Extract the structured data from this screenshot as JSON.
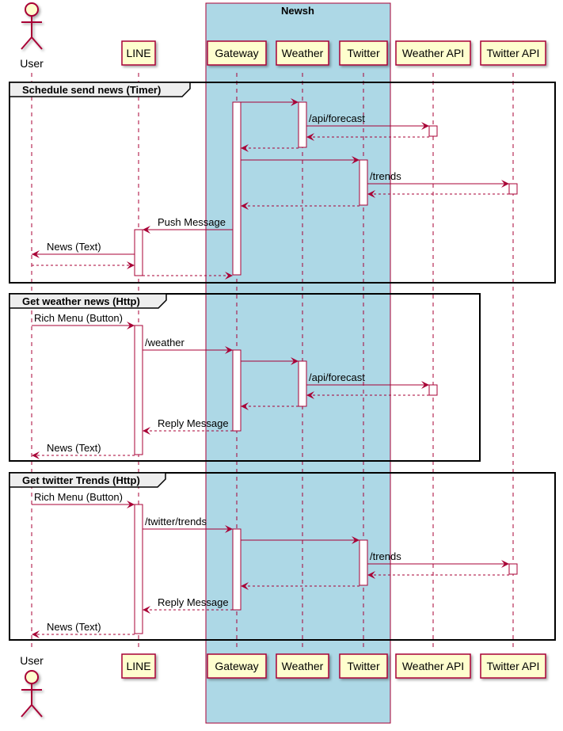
{
  "box": {
    "title": "Newsh",
    "color": "#ADD8E6"
  },
  "participants": [
    {
      "label": "User",
      "kind": "actor"
    },
    {
      "label": "LINE",
      "kind": "participant"
    },
    {
      "label": "Gateway",
      "kind": "participant"
    },
    {
      "label": "Weather",
      "kind": "participant"
    },
    {
      "label": "Twitter",
      "kind": "participant"
    },
    {
      "label": "Weather API",
      "kind": "participant"
    },
    {
      "label": "Twitter API",
      "kind": "participant"
    }
  ],
  "groups": [
    {
      "title": "Schedule send news (Timer)"
    },
    {
      "title": "Get weather news (Http)"
    },
    {
      "title": "Get twitter Trends (Http)"
    }
  ],
  "messages": [
    {
      "label": "",
      "from": "Gateway",
      "to": "Weather",
      "style": "solid"
    },
    {
      "label": "/api/forecast",
      "from": "Weather",
      "to": "Weather API",
      "style": "solid"
    },
    {
      "label": "",
      "from": "Weather API",
      "to": "Weather",
      "style": "dashed"
    },
    {
      "label": "",
      "from": "Weather",
      "to": "Gateway",
      "style": "dashed"
    },
    {
      "label": "",
      "from": "Gateway",
      "to": "Twitter",
      "style": "solid"
    },
    {
      "label": "/trends",
      "from": "Twitter",
      "to": "Twitter API",
      "style": "solid"
    },
    {
      "label": "",
      "from": "Twitter API",
      "to": "Twitter",
      "style": "dashed"
    },
    {
      "label": "",
      "from": "Twitter",
      "to": "Gateway",
      "style": "dashed"
    },
    {
      "label": "Push Message",
      "from": "Gateway",
      "to": "LINE",
      "style": "solid"
    },
    {
      "label": "News (Text)",
      "from": "LINE",
      "to": "User",
      "style": "solid"
    },
    {
      "label": "",
      "from": "User",
      "to": "LINE",
      "style": "dashed"
    },
    {
      "label": "",
      "from": "LINE",
      "to": "Gateway",
      "style": "dashed"
    },
    {
      "label": "Rich Menu (Button)",
      "from": "User",
      "to": "LINE",
      "style": "solid"
    },
    {
      "label": "/weather",
      "from": "LINE",
      "to": "Gateway",
      "style": "solid"
    },
    {
      "label": "",
      "from": "Gateway",
      "to": "Weather",
      "style": "solid"
    },
    {
      "label": "/api/forecast",
      "from": "Weather",
      "to": "Weather API",
      "style": "solid"
    },
    {
      "label": "",
      "from": "Weather API",
      "to": "Weather",
      "style": "dashed"
    },
    {
      "label": "",
      "from": "Weather",
      "to": "Gateway",
      "style": "dashed"
    },
    {
      "label": "Reply Message",
      "from": "Gateway",
      "to": "LINE",
      "style": "dashed"
    },
    {
      "label": "News (Text)",
      "from": "LINE",
      "to": "User",
      "style": "dashed"
    },
    {
      "label": "Rich Menu (Button)",
      "from": "User",
      "to": "LINE",
      "style": "solid"
    },
    {
      "label": "/twitter/trends",
      "from": "LINE",
      "to": "Gateway",
      "style": "solid"
    },
    {
      "label": "",
      "from": "Gateway",
      "to": "Twitter",
      "style": "solid"
    },
    {
      "label": "/trends",
      "from": "Twitter",
      "to": "Twitter API",
      "style": "solid"
    },
    {
      "label": "",
      "from": "Twitter API",
      "to": "Twitter",
      "style": "dashed"
    },
    {
      "label": "",
      "from": "Twitter",
      "to": "Gateway",
      "style": "dashed"
    },
    {
      "label": "Reply Message",
      "from": "Gateway",
      "to": "LINE",
      "style": "dashed"
    },
    {
      "label": "News (Text)",
      "from": "LINE",
      "to": "User",
      "style": "dashed"
    }
  ],
  "colors": {
    "participant_fill": "#FEFECE",
    "participant_border": "#A80036",
    "arrow": "#A80036",
    "frame": "#000000"
  }
}
